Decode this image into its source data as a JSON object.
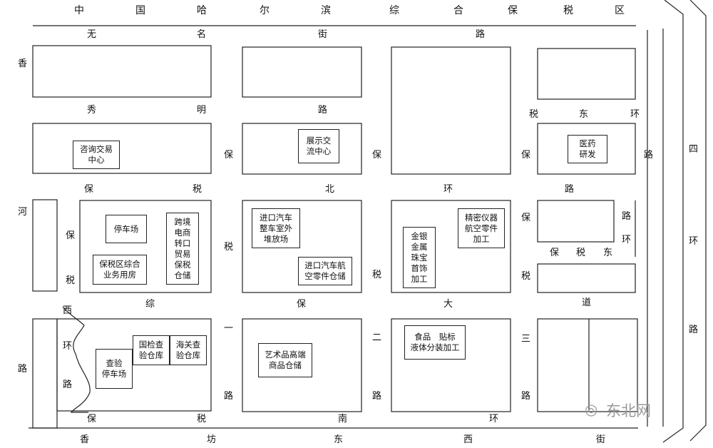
{
  "zone_title": [
    "中",
    "国",
    "哈",
    "尔",
    "滨",
    "综",
    "合",
    "保",
    "税",
    "区"
  ],
  "roads": {
    "top_street": [
      "无",
      "名",
      "街",
      "路"
    ],
    "xiangfang": [
      "香",
      "坊",
      "东",
      "西",
      "街"
    ],
    "baoshui_nan": [
      "保",
      "税",
      "南",
      "环"
    ],
    "xiuming": [
      "秀",
      "明",
      "路"
    ],
    "baoshui_bei": [
      "保",
      "税",
      "北",
      "环",
      "路"
    ],
    "zongbao": [
      "综",
      "保",
      "大",
      "道"
    ],
    "shuidong_top": [
      "税",
      "东",
      "环"
    ],
    "shuidong_mid": [
      "保",
      "税",
      "东"
    ],
    "xianghe_road": [
      "香",
      "河"
    ],
    "west_loop": [
      "西",
      "环",
      "路"
    ],
    "bao_shui_west": [
      "保",
      "税"
    ],
    "road1": [
      "保",
      "税",
      "一",
      "路"
    ],
    "road2": [
      "保",
      "税",
      "二",
      "路"
    ],
    "road3": [
      "保",
      "税",
      "三",
      "路"
    ],
    "east_road_side": [
      "路",
      "环"
    ],
    "east_side_2": [
      "保",
      "路"
    ],
    "sihuan": [
      "四",
      "环",
      "路"
    ],
    "left_road": [
      "路"
    ]
  },
  "facilities": {
    "consult": "咨询交易\n中心",
    "exhibit": "展示交\n流中心",
    "medical": "医药\n研发",
    "parking": "停车场",
    "ecommerce": "跨境\n电商\n转口\n贸易\n保税\n仓储",
    "office": "保税区综合\n业务用房",
    "car_yard": "进口汽车\n整车室外\n堆放场",
    "car_warehouse": "进口汽车航\n空零件仓储",
    "precision": "精密仪器\n航空零件\n加工",
    "jewelry": "金银\n金属\n珠宝\n首饰\n加工",
    "inspect_parking": "查验\n停车场",
    "ciq": "国检查\n验仓库",
    "customs": "海关查\n验仓库",
    "art": "艺术品高端\n商品仓储",
    "food": "食品　贴标\n液体分装加工"
  },
  "watermark": "东北网"
}
